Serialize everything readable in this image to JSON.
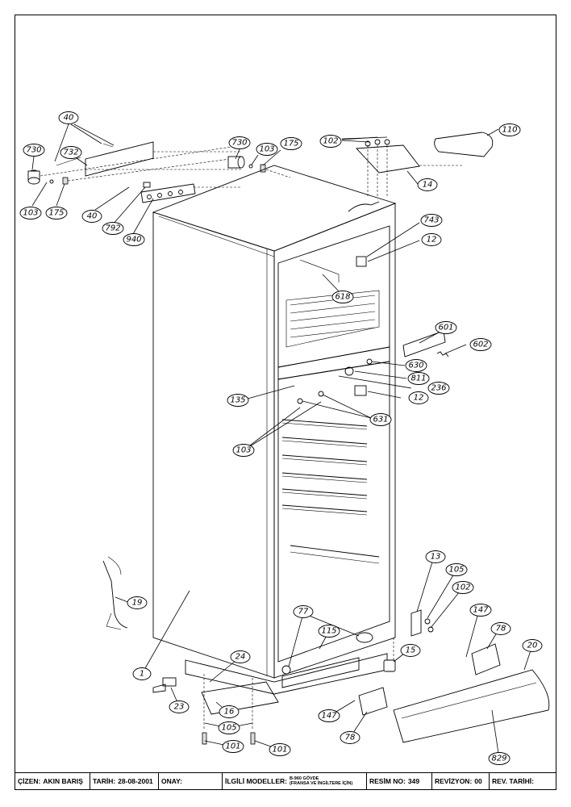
{
  "drawing": {
    "callouts": {
      "c40a": "40",
      "c730a": "730",
      "c732": "732",
      "c103a": "103",
      "c175a": "175",
      "c40b": "40",
      "c792": "792",
      "c940": "940",
      "c730b": "730",
      "c103b": "103",
      "c175b": "175",
      "c102a": "102",
      "c110": "110",
      "c14": "14",
      "c743": "743",
      "c12a": "12",
      "c618": "618",
      "c601": "601",
      "c602": "602",
      "c630": "630",
      "c811": "811",
      "c236": "236",
      "c12b": "12",
      "c135": "135",
      "c631": "631",
      "c103c": "103",
      "c13": "13",
      "c105a": "105",
      "c102b": "102",
      "c147a": "147",
      "c78a": "78",
      "c20": "20",
      "c19": "19",
      "c77": "77",
      "c115": "115",
      "c15": "15",
      "c1": "1",
      "c24": "24",
      "c23": "23",
      "c16": "16",
      "c105b": "105",
      "c101a": "101",
      "c101b": "101",
      "c147b": "147",
      "c78b": "78",
      "c829": "829"
    }
  },
  "title_block": {
    "drawn_by_label": "ÇİZEN:",
    "drawn_by": "AKIN  BARIŞ",
    "date_label": "TARİH:",
    "date": "28-08-2001",
    "approval_label": "ONAY:",
    "approval": "",
    "models_label": "İLGİLİ MODELLER:",
    "models_line1": "B-960 GÖVDE",
    "models_line2": "(FRANSA VE İNGİLTERE İÇİN)",
    "drawing_no_label": "RESİM NO:",
    "drawing_no": "349",
    "revision_label": "REVİZYON:",
    "revision": "00",
    "rev_date_label": "REV. TARİHİ:",
    "rev_date": ""
  }
}
